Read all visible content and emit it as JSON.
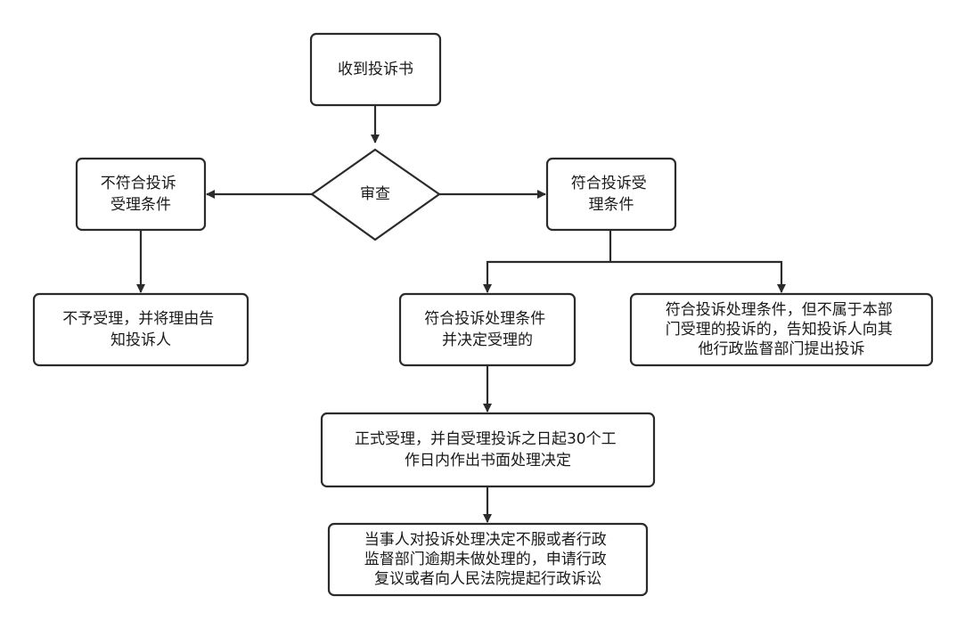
{
  "nodes": {
    "receive": {
      "lines": [
        "收到投诉书"
      ]
    },
    "review": {
      "lines": [
        "审查"
      ]
    },
    "not_meet": {
      "lines": [
        "不符合投诉",
        "受理条件"
      ]
    },
    "meet": {
      "lines": [
        "符合投诉受",
        "理条件"
      ]
    },
    "reject": {
      "lines": [
        "不予受理，并将理由告",
        "知投诉人"
      ]
    },
    "meet_handle": {
      "lines": [
        "符合投诉处理条件",
        "并决定受理的"
      ]
    },
    "not_dept": {
      "lines": [
        "符合投诉处理条件，但不属于本部",
        "门受理的投诉的，告知投诉人向其",
        "他行政监督部门提出投诉"
      ]
    },
    "accept": {
      "lines": [
        "正式受理，并自受理投诉之日起30个工",
        "作日内作出书面处理决定"
      ]
    },
    "appeal": {
      "lines": [
        "当事人对投诉处理决定不服或者行政",
        "监督部门逾期未做处理的，申请行政",
        "复议或者向人民法院提起行政诉讼"
      ]
    }
  }
}
